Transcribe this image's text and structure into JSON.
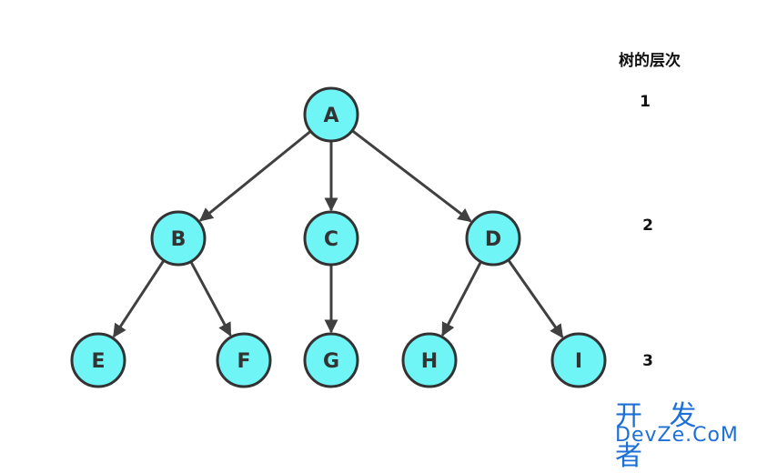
{
  "level_header": "树的层次",
  "levels": [
    "1",
    "2",
    "3"
  ],
  "nodes": {
    "A": "A",
    "B": "B",
    "C": "C",
    "D": "D",
    "E": "E",
    "F": "F",
    "G": "G",
    "H": "H",
    "I": "I"
  },
  "edges": [
    [
      "A",
      "B"
    ],
    [
      "A",
      "C"
    ],
    [
      "A",
      "D"
    ],
    [
      "B",
      "E"
    ],
    [
      "B",
      "F"
    ],
    [
      "C",
      "G"
    ],
    [
      "D",
      "H"
    ],
    [
      "D",
      "I"
    ]
  ],
  "colors": {
    "node_fill": "#6ff5f5",
    "node_stroke": "#333333",
    "edge": "#404040",
    "watermark": "#1e6fd6"
  },
  "watermark": {
    "cn": "开 发 者",
    "en": "DevZe.CoM"
  }
}
